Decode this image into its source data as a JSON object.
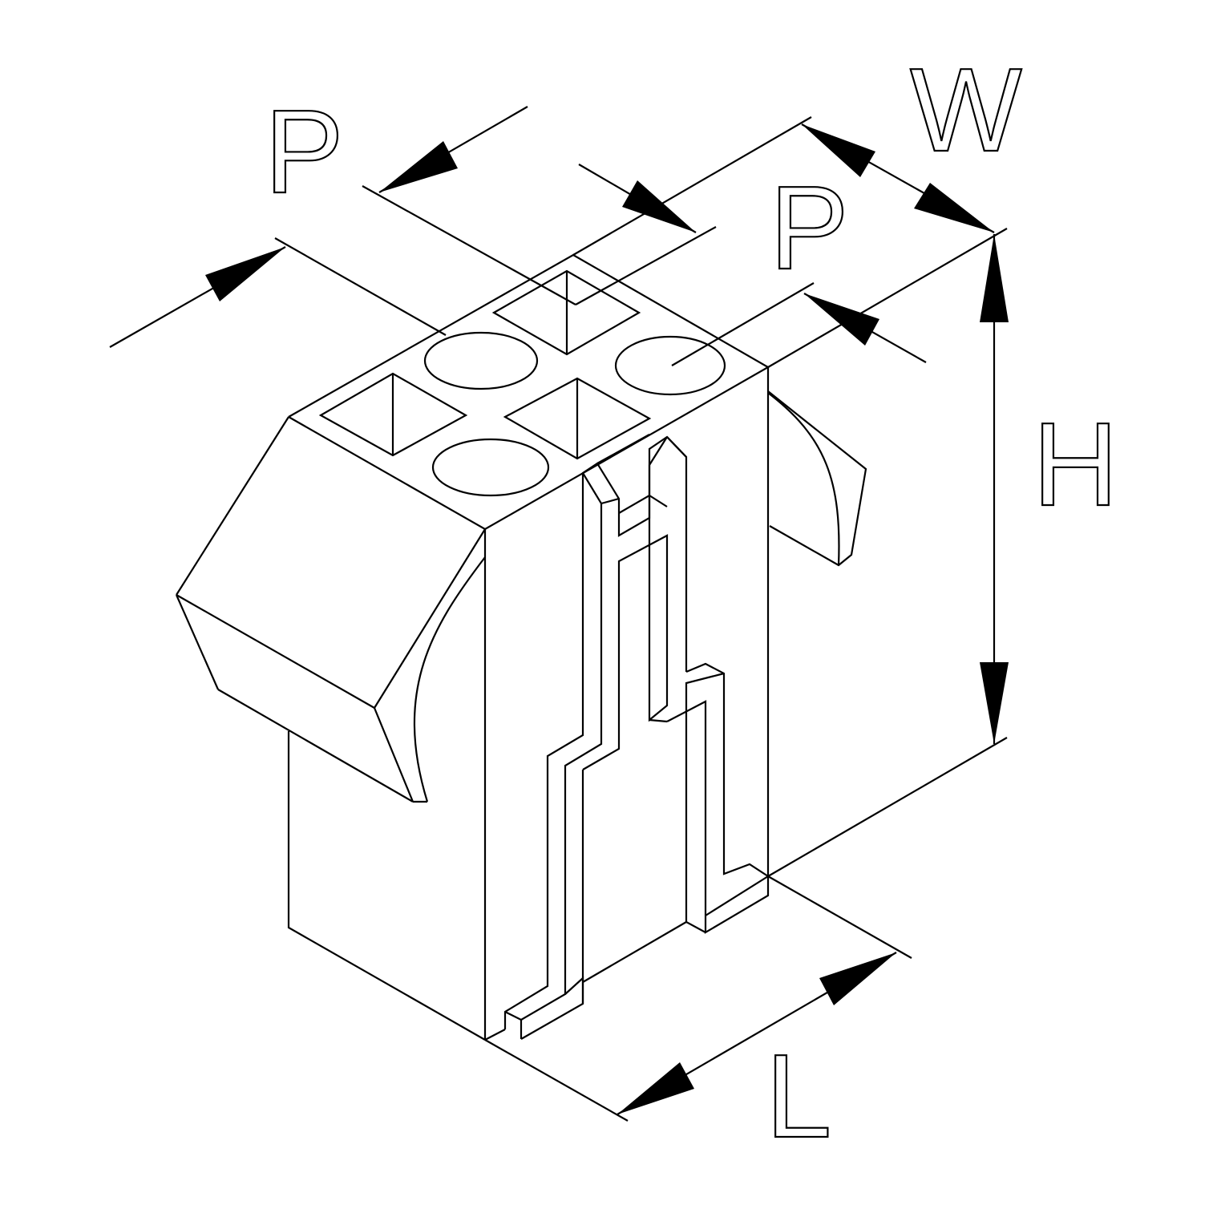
{
  "dimension_labels": {
    "pitch_left": "P",
    "pitch_right": "P",
    "width": "W",
    "height": "H",
    "length": "L"
  },
  "colors": {
    "line": "#000000",
    "background": "#ffffff"
  }
}
